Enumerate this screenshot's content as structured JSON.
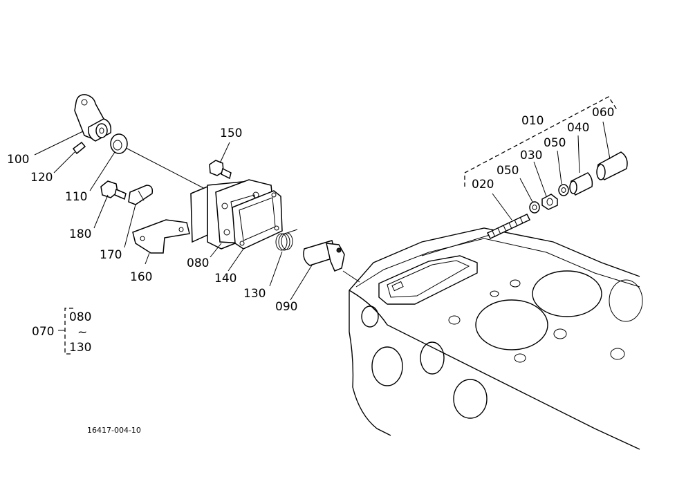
{
  "labels": {
    "p010": "010",
    "p020": "020",
    "p030": "030",
    "p040": "040",
    "p050a": "050",
    "p050b": "050",
    "p060": "060",
    "p070": "070",
    "p080": "080",
    "p080_range_start": "080",
    "p090": "090",
    "p100": "100",
    "p110": "110",
    "p120": "120",
    "p130": "130",
    "p130_range_end": "130",
    "p140": "140",
    "p150": "150",
    "p160": "160",
    "p170": "170",
    "p180": "180",
    "range_tilde": "~"
  },
  "drawing_code": "16417-004-10"
}
